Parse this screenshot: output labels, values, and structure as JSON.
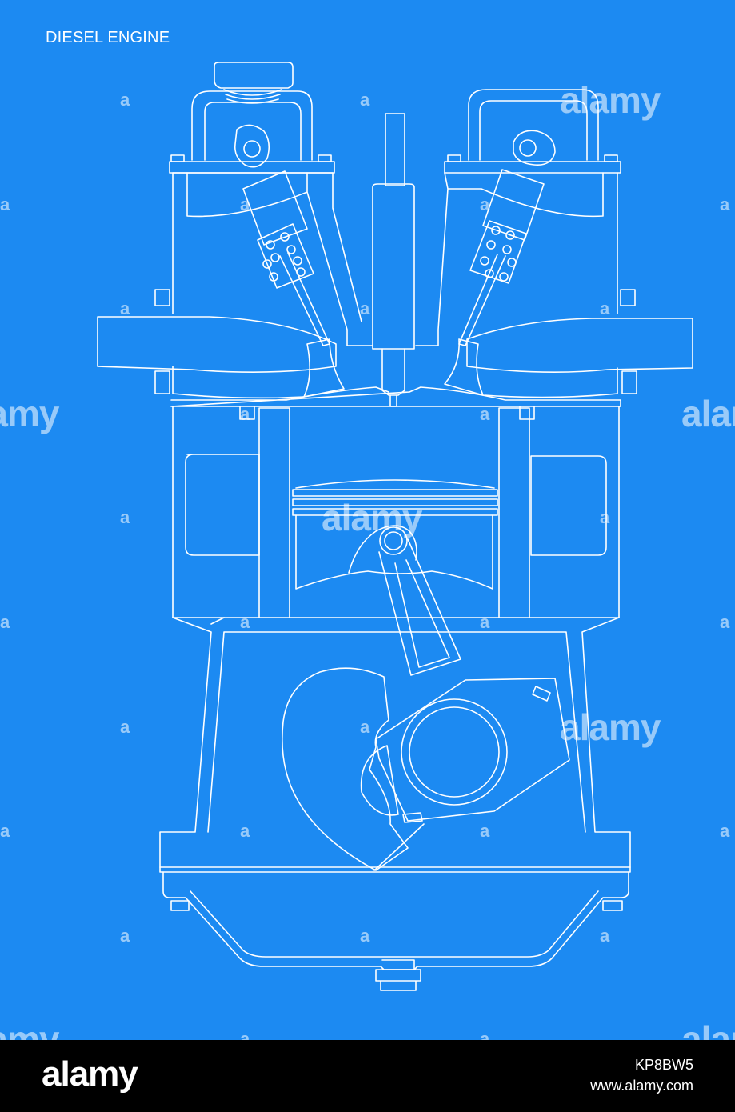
{
  "title": "DIESEL ENGINE",
  "colors": {
    "background": "#1c8af2",
    "lines": "#ffffff",
    "footer": "#000000"
  },
  "watermark": {
    "small": "a",
    "large": "alamy"
  },
  "footer": {
    "logo": "alamy",
    "image_id": "KP8BW5",
    "url": "www.alamy.com"
  }
}
